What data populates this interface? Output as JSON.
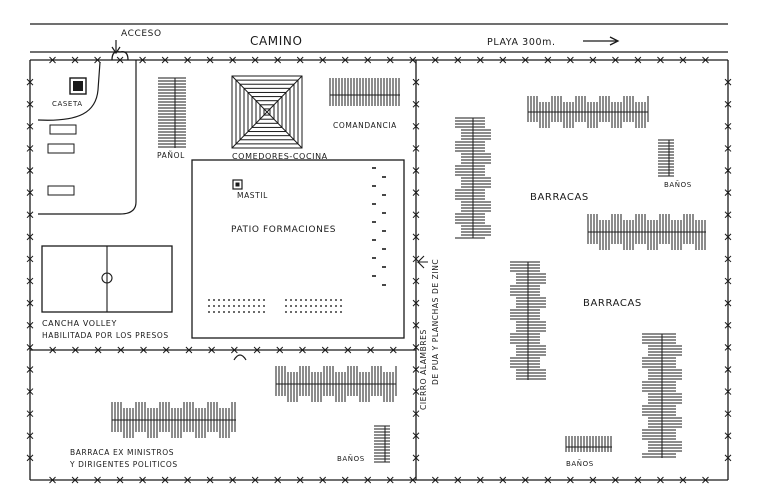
{
  "labels": {
    "acceso": "ACCESO",
    "camino": "CAMINO",
    "playa": "PLAYA 300m.",
    "caseta": "CASETA",
    "panol": "PAÑOL",
    "comedores": "COMEDORES-COCINA",
    "comandancia": "COMANDANCIA",
    "mastil": "MASTIL",
    "patio": "PATIO FORMACIONES",
    "cancha_line1": "CANCHA VOLLEY",
    "cancha_line2": "HABILITADA POR LOS PRESOS",
    "cierro_line1": "CIERRO ALAMBRES",
    "cierro_line2": "DE PUA Y PLANCHAS DE ZINC",
    "barracas_upper": "BARRACAS",
    "barracas_lower": "BARRACAS",
    "banos_right_top": "BAÑOS",
    "banos_bottom_mid": "BAÑOS",
    "banos_bottom_right": "BAÑOS",
    "barraca_ex_line1": "BARRACA EX MINISTROS",
    "barraca_ex_line2": "Y DIRIGENTES POLITICOS"
  }
}
